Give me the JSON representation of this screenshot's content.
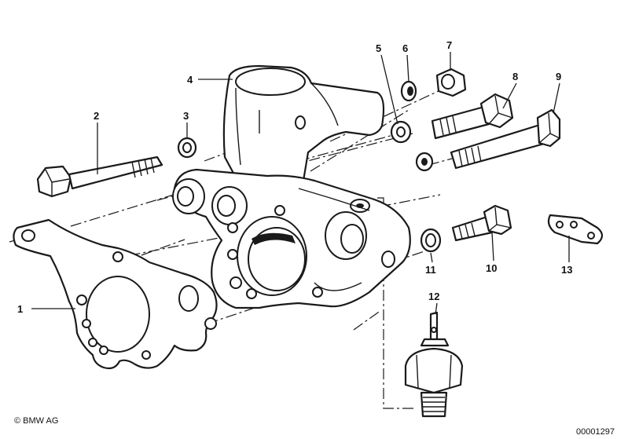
{
  "callouts": [
    {
      "label": "1"
    },
    {
      "label": "2"
    },
    {
      "label": "3"
    },
    {
      "label": "4"
    },
    {
      "label": "5"
    },
    {
      "label": "6"
    },
    {
      "label": "7"
    },
    {
      "label": "8"
    },
    {
      "label": "9"
    },
    {
      "label": "10"
    },
    {
      "label": "11"
    },
    {
      "label": "12"
    },
    {
      "label": "13"
    }
  ],
  "footer": {
    "copyright": "© BMW AG",
    "diagram_number": "00001297"
  }
}
